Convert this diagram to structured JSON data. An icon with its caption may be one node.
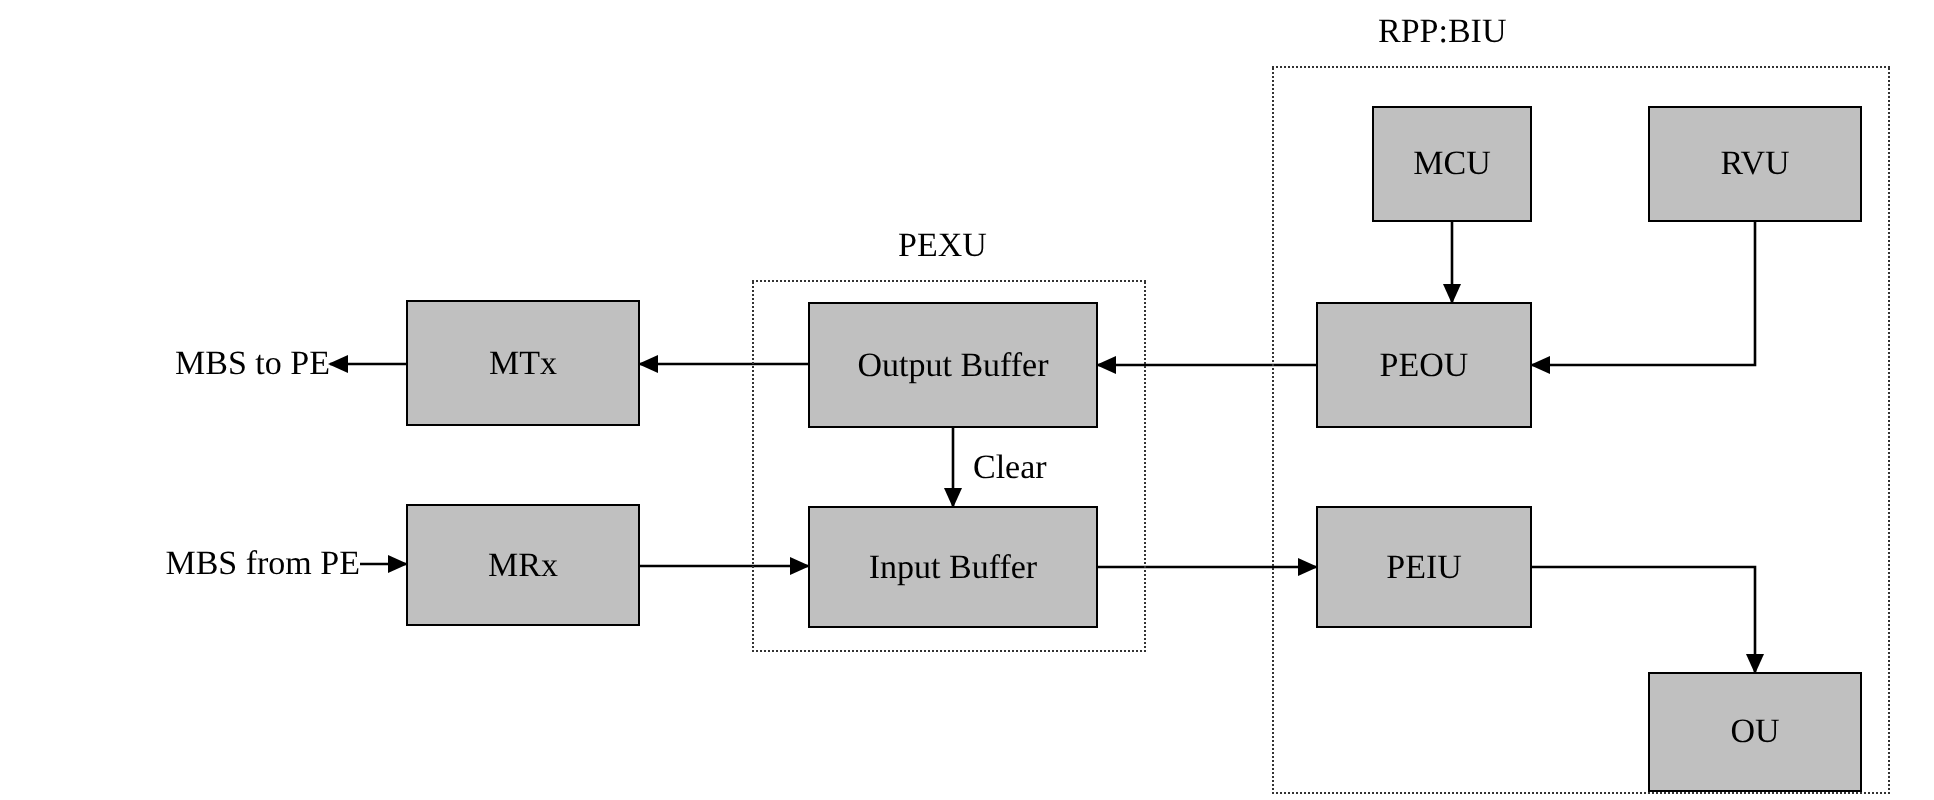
{
  "diagram": {
    "nodes": [
      {
        "text": [
          "RPP:BIU"
        ]
      },
      {
        "text": [
          "MCU"
        ],
        "in": 0
      },
      {
        "text": [
          "RVU"
        ],
        "in": 0
      },
      {
        "text": [
          "PEXU"
        ]
      },
      {
        "text": [
          "MBS to PE"
        ]
      },
      {
        "text": [
          "MTx"
        ]
      },
      {
        "text": [
          "Output Buffer"
        ],
        "in": 3
      },
      {
        "text": [
          "PEOU"
        ],
        "in": 0
      },
      {
        "text": [
          "MBS from PE"
        ]
      },
      {
        "text": [
          "MRx"
        ]
      },
      {
        "text": [
          "Input Buffer"
        ],
        "in": 3
      },
      {
        "text": [
          "PEIU"
        ],
        "in": 0
      },
      {
        "text": [
          "OU"
        ],
        "in": 0
      }
    ],
    "edges": [
      {
        "from": 1,
        "to": 7,
        "arrow": "to"
      },
      {
        "from": 2,
        "to": 7,
        "arrow": "to"
      },
      {
        "from": 7,
        "to": 6,
        "arrow": "to"
      },
      {
        "from": 6,
        "to": 5,
        "arrow": "to"
      },
      {
        "from": 5,
        "to": 4,
        "arrow": "to"
      },
      {
        "from": 8,
        "to": 9,
        "arrow": "to"
      },
      {
        "from": 9,
        "to": 10,
        "arrow": "to"
      },
      {
        "from": 6,
        "to": 10,
        "arrow": "to",
        "label": "Clear"
      },
      {
        "from": 10,
        "to": 11,
        "arrow": "to"
      },
      {
        "from": 11,
        "to": 12,
        "arrow": "to"
      }
    ]
  }
}
